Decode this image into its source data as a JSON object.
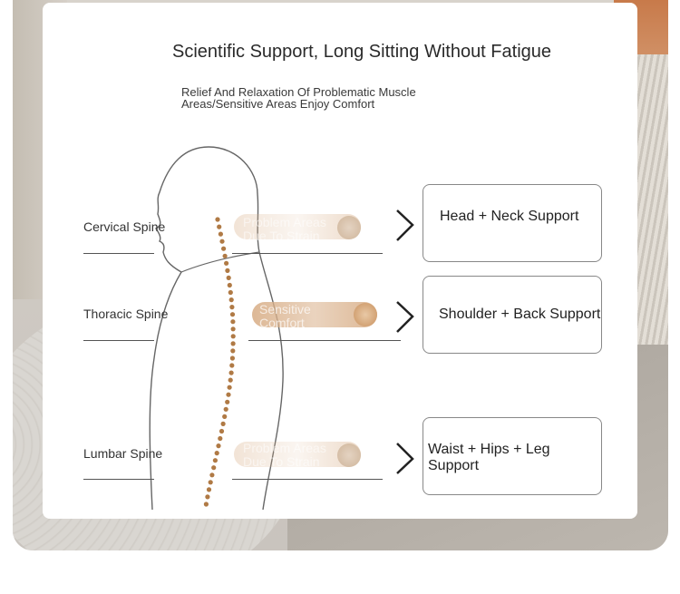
{
  "title": "Scientific Support, Long Sitting Without Fatigue",
  "subtitle": "Relief And Relaxation Of Problematic Muscle Areas/Sensitive Areas Enjoy Comfort",
  "rows": [
    {
      "spine": "Cervical Spine",
      "pill_text": "Problem Areas Due To Strain",
      "support": "Head + Neck Support"
    },
    {
      "spine": "Thoracic Spine",
      "pill_text": "Sensitive Comfort",
      "support": "Shoulder + Back Support"
    },
    {
      "spine": "Lumbar Spine",
      "pill_text": "Problem Areas Due To Strain",
      "support": "Waist + Hips + Leg Support"
    }
  ],
  "icons": {
    "arrow": "chevron-right-icon",
    "figure": "human-silhouette-icon",
    "spine": "spine-dots-icon"
  },
  "colors": {
    "spine_dot": "#b07a45",
    "pill": "#d9b08a"
  }
}
